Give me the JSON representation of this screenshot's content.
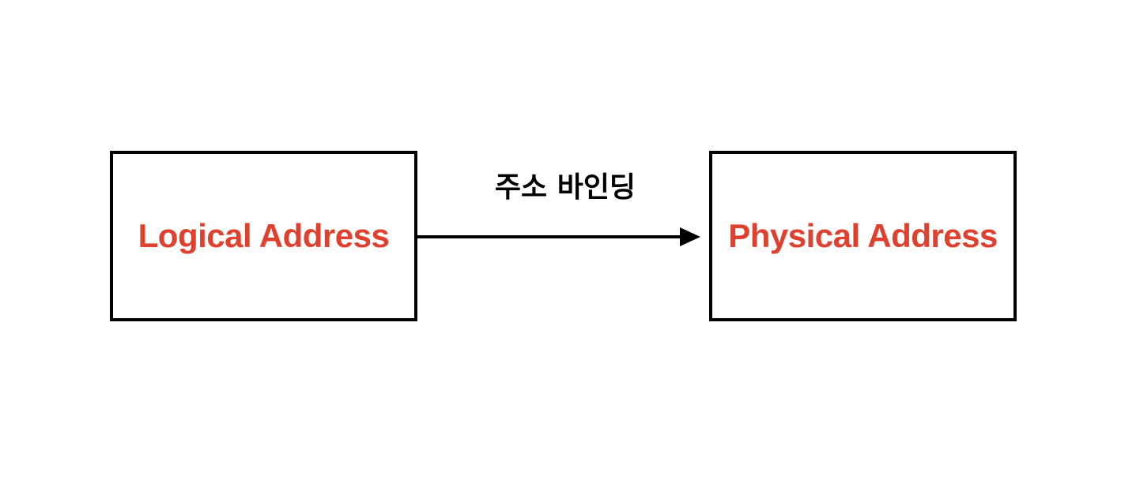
{
  "diagram": {
    "source_box": {
      "label": "Logical Address"
    },
    "target_box": {
      "label": "Physical Address"
    },
    "edge": {
      "label": "주소 바인딩"
    }
  },
  "colors": {
    "box_text": "#e0402e",
    "border": "#000000",
    "arrow": "#000000",
    "edge_text": "#000000"
  }
}
